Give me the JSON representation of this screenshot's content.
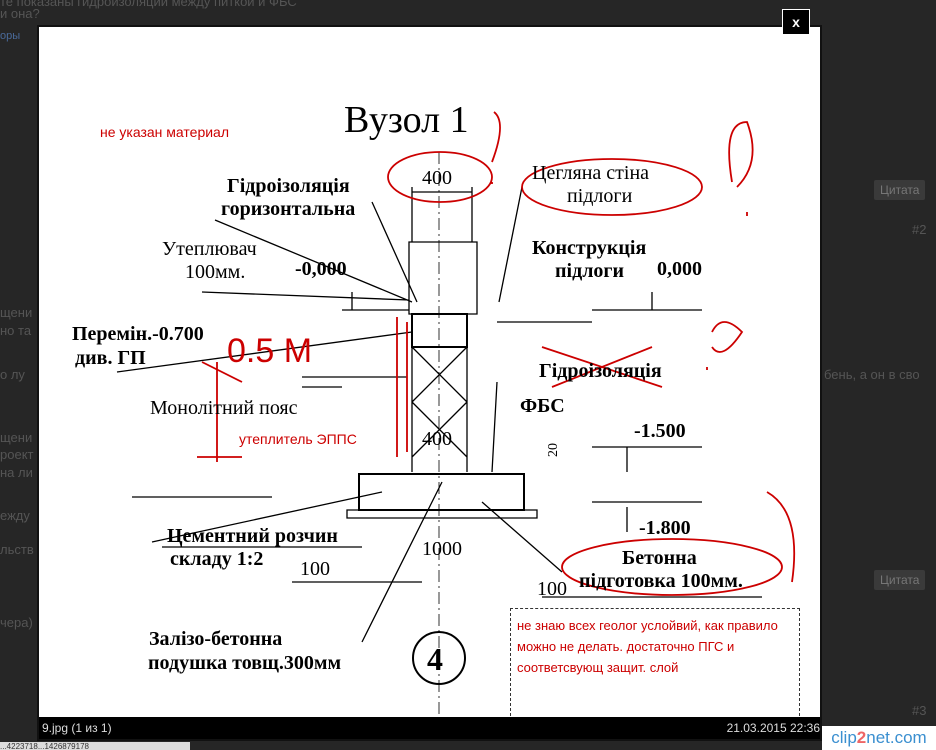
{
  "background": {
    "question_line1": "те показаны гидроизоляции между  питкой  и ФБС",
    "question_line2": "и она?",
    "link": "оры",
    "fragments": [
      "щени",
      "но та",
      "о лу",
      "щени",
      "роект",
      "на ли",
      "ежду",
      "льств",
      "чера)"
    ],
    "right_fragment": "бень, а он в сво",
    "quote_label": "Цитата",
    "post_numbers": [
      "#2",
      "#3"
    ],
    "status_text": "...4223718...1426879178"
  },
  "lightbox": {
    "close_label": "x",
    "caption_file": "9.jpg (1 из 1)",
    "caption_date": "21.03.2015 22:36"
  },
  "drawing": {
    "title": "Вузол 1",
    "labels": {
      "hydro_horizontal_1": "Гідроізоляція",
      "hydro_horizontal_2": "горизонтальна",
      "dim_400_top": "400",
      "brick_wall_1": "Цегляна стіна",
      "brick_wall_2": "підлоги",
      "insulation_1": "Утеплювач",
      "insulation_2": "100мм.",
      "level_0_left": "-0,000",
      "floor_constr_1": "Конструкція",
      "floor_constr_2": "підлоги",
      "level_0_right": "0,000",
      "variable_1": "Перемін.-0.700",
      "variable_2": "див. ГП",
      "hydro": "Гідроізоляція",
      "monolith_belt": "Монолітний пояс",
      "fbs": "ФБС",
      "dim_400_mid": "400",
      "dim_20": "20",
      "level_1500": "-1.500",
      "level_1800": "-1.800",
      "cement_1": "Цементний розчин",
      "cement_2": "складу 1:2",
      "dim_1000": "1000",
      "dim_100_left": "100",
      "dim_100_right": "100",
      "concrete_1": "Бетонна",
      "concrete_2": "підготовка 100мм.",
      "rc_pad_1": "Залізо-бетонна",
      "rc_pad_2": "подушка товщ.300мм",
      "marker": "4"
    },
    "annotations": {
      "no_material": "не указан материал",
      "depth": "0.5 M",
      "insulation_eps": "утеплитель ЭППС",
      "note": "не знаю всех геолог услойвий, как правило можно не делать. достаточно ПГС и соответсвующ защит. слой"
    },
    "annotation_color": "#cc0000"
  }
}
